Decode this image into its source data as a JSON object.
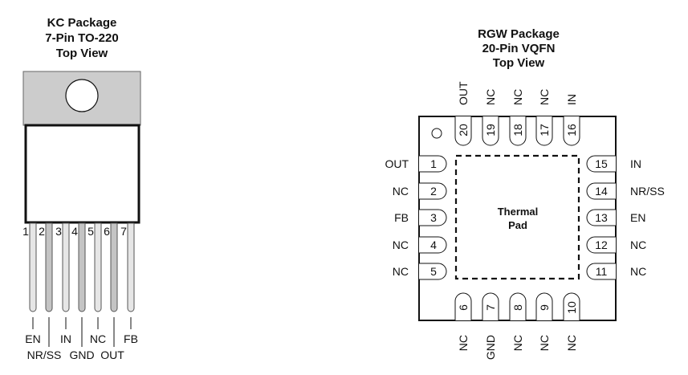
{
  "kc_package": {
    "title_lines": [
      "KC Package",
      "7-Pin TO-220",
      "Top View"
    ],
    "pins": [
      {
        "number": "1",
        "name": "EN",
        "shade": "light"
      },
      {
        "number": "2",
        "name": "NR/SS",
        "shade": "dark"
      },
      {
        "number": "3",
        "name": "IN",
        "shade": "light"
      },
      {
        "number": "4",
        "name": "GND",
        "shade": "dark"
      },
      {
        "number": "5",
        "name": "NC",
        "shade": "light"
      },
      {
        "number": "6",
        "name": "OUT",
        "shade": "dark"
      },
      {
        "number": "7",
        "name": "FB",
        "shade": "light"
      }
    ]
  },
  "rgw_package": {
    "title_lines": [
      "RGW Package",
      "20-Pin VQFN",
      "Top View"
    ],
    "thermal_pad_lines": [
      "Thermal",
      "Pad"
    ],
    "left_pins": [
      {
        "number": "1",
        "name": "OUT"
      },
      {
        "number": "2",
        "name": "NC"
      },
      {
        "number": "3",
        "name": "FB"
      },
      {
        "number": "4",
        "name": "NC"
      },
      {
        "number": "5",
        "name": "NC"
      }
    ],
    "bottom_pins": [
      {
        "number": "6",
        "name": "NC"
      },
      {
        "number": "7",
        "name": "GND"
      },
      {
        "number": "8",
        "name": "NC"
      },
      {
        "number": "9",
        "name": "NC"
      },
      {
        "number": "10",
        "name": "NC"
      }
    ],
    "right_pins": [
      {
        "number": "11",
        "name": "NC"
      },
      {
        "number": "12",
        "name": "NC"
      },
      {
        "number": "13",
        "name": "EN"
      },
      {
        "number": "14",
        "name": "NR/SS"
      },
      {
        "number": "15",
        "name": "IN"
      }
    ],
    "top_pins": [
      {
        "number": "16",
        "name": "IN"
      },
      {
        "number": "17",
        "name": "NC"
      },
      {
        "number": "18",
        "name": "NC"
      },
      {
        "number": "19",
        "name": "NC"
      },
      {
        "number": "20",
        "name": "OUT"
      }
    ]
  },
  "colors": {
    "tab_fill": "#cccccc",
    "pin_light": "#e6e6e6",
    "pin_dark": "#c4c4c4",
    "outline": "#111111"
  }
}
